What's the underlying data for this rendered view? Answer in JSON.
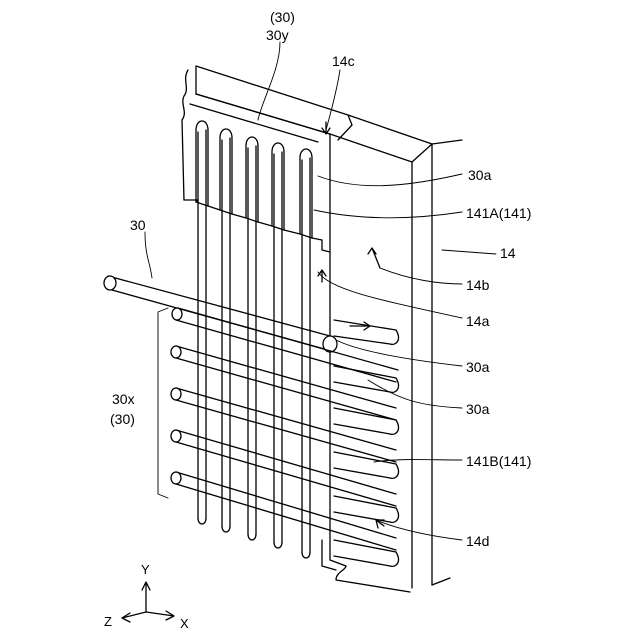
{
  "labels": {
    "ref_30_paren": "(30)",
    "ref_30y": "30y",
    "ref_14c": "14c",
    "ref_30a_top": "30a",
    "ref_141A": "141A(141)",
    "ref_30_left": "30",
    "ref_14": "14",
    "ref_14b": "14b",
    "ref_14a": "14a",
    "ref_30a_mid": "30a",
    "ref_30x": "30x",
    "ref_30x_paren": "(30)",
    "ref_30a_low": "30a",
    "ref_141B": "141B(141)",
    "ref_14d": "14d"
  },
  "axes": {
    "y": "Y",
    "z": "Z",
    "x": "X"
  }
}
